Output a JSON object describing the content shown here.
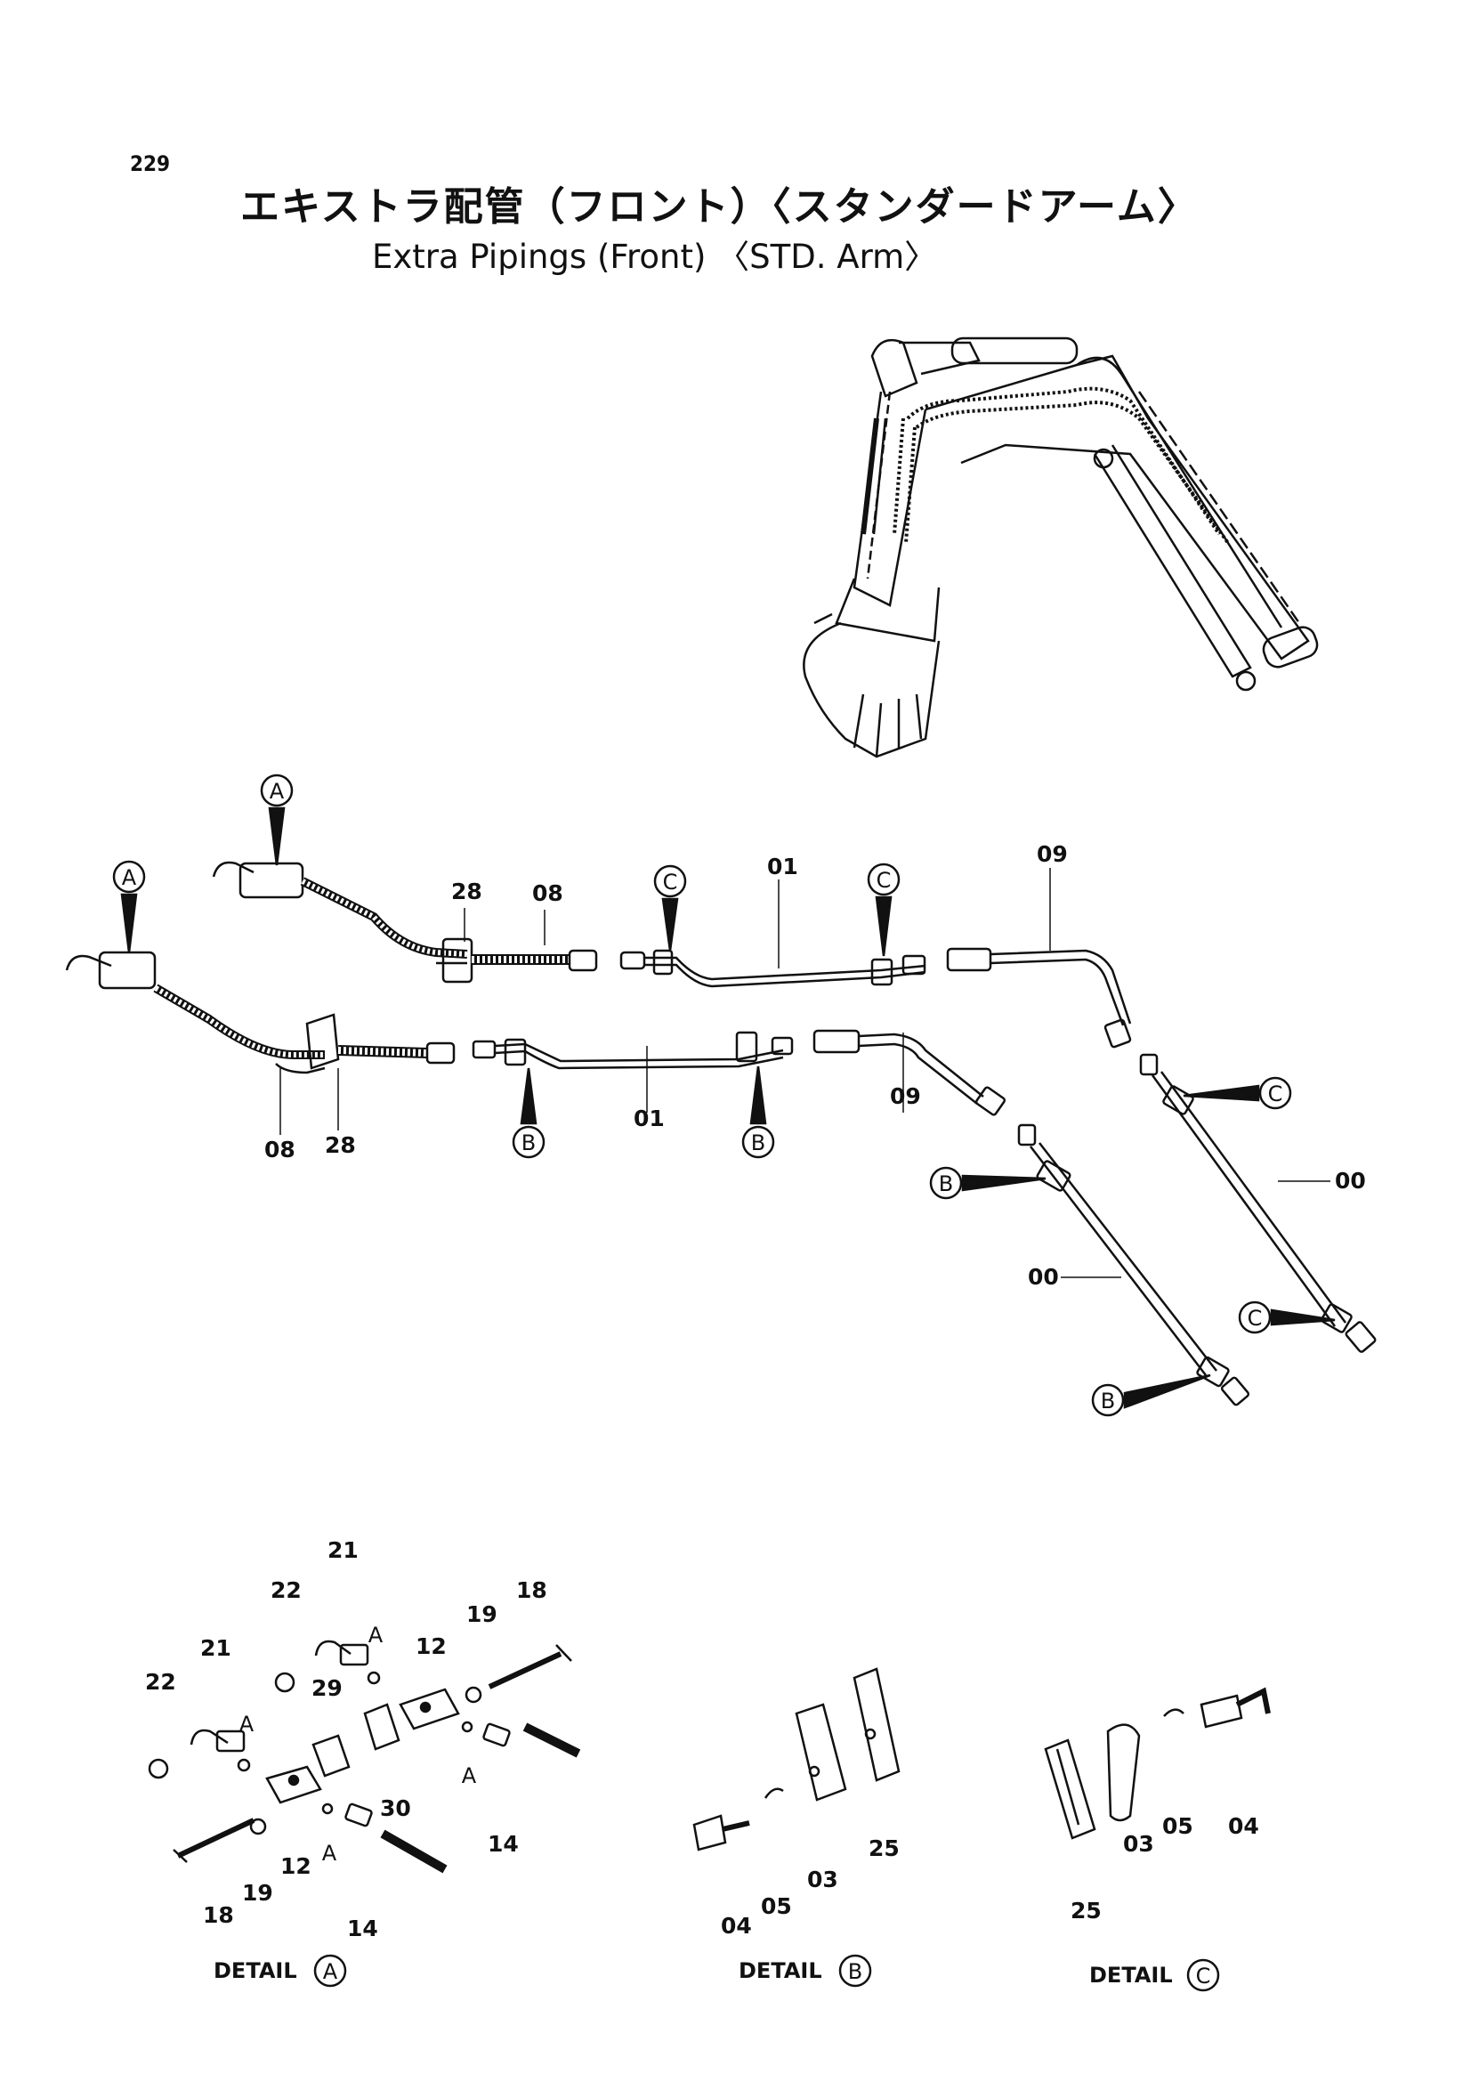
{
  "page": {
    "number": "229"
  },
  "title": {
    "japanese": "エキストラ配管（フロント）〈スタンダードアーム〉",
    "english": "Extra Pipings (Front) 〈STD. Arm〉"
  },
  "part_labels": {
    "p00": "00",
    "p01": "01",
    "p03": "03",
    "p04": "04",
    "p05": "05",
    "p08": "08",
    "p09": "09",
    "p12": "12",
    "p14": "14",
    "p18": "18",
    "p19": "19",
    "p21": "21",
    "p22": "22",
    "p25": "25",
    "p28": "28",
    "p29": "29",
    "p30": "30"
  },
  "refs": {
    "A": "A",
    "B": "B",
    "C": "C"
  },
  "details": {
    "label": "DETAIL"
  }
}
